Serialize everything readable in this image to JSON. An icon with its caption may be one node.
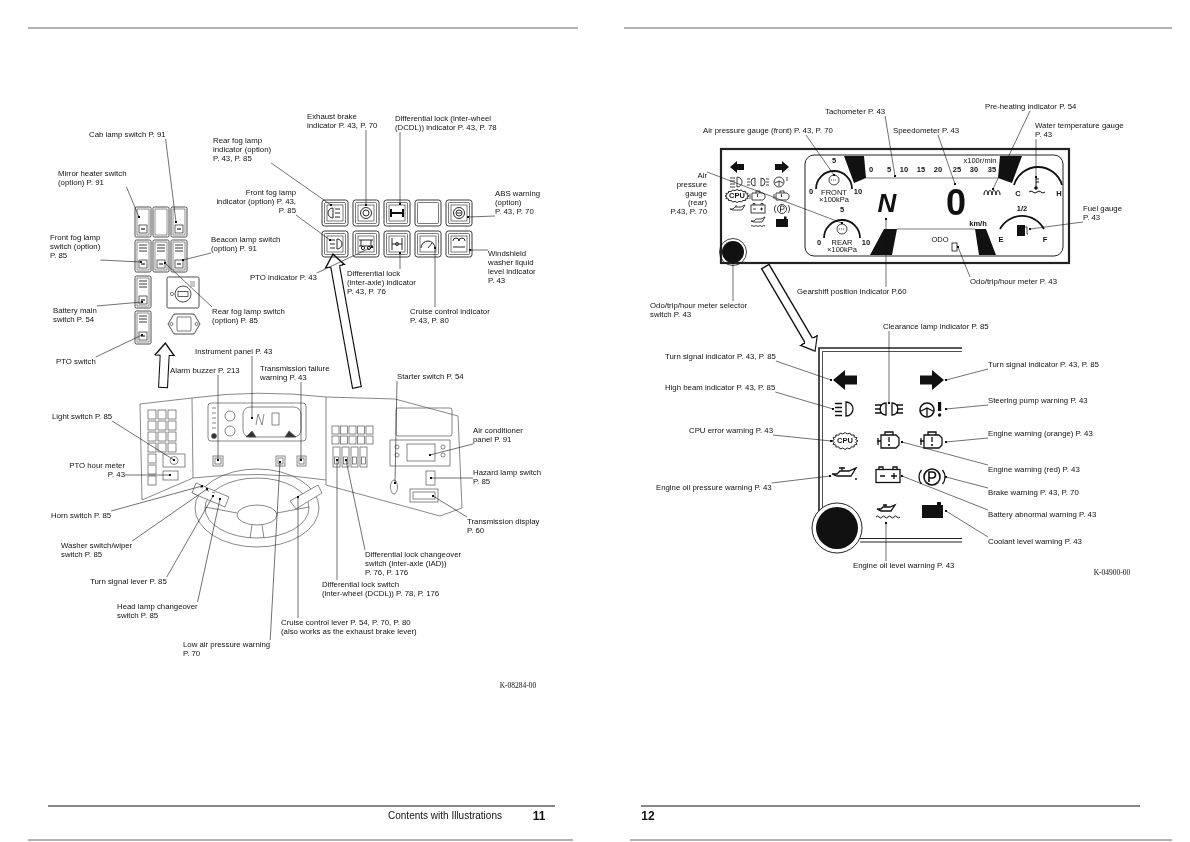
{
  "diagram": {
    "nodes": [
      {
        "text": [
          "Exhaust brake indicator P. 43, P. 70"
        ]
      },
      {
        "text": [
          "Differential lock (inter-wheel (DCDL)) indicator P. 43, P. 78"
        ]
      },
      {
        "text": [
          "Cab lamp switch P. 91"
        ]
      },
      {
        "text": [
          "Rear fog lamp indicator (option) P. 43, P. 85"
        ]
      },
      {
        "text": [
          "Mirror heater switch (option) P. 91"
        ]
      },
      {
        "text": [
          "Front fog lamp indicator (option) P. 43, P. 85"
        ]
      },
      {
        "text": [
          "ABS warning (option) P. 43, P. 70"
        ]
      },
      {
        "text": [],
        "shape": "picture"
      },
      {
        "text": [],
        "shape": "picture"
      },
      {
        "text": [
          "Front fog lamp switch (option) P. 85"
        ]
      },
      {
        "text": [
          "Beacon lamp switch (option) P. 91"
        ]
      },
      {
        "text": [
          "Windshield washer liquid level indicator P. 43"
        ]
      },
      {
        "text": [
          "Differential lock (inter-axle) indicator P. 43, P. 76"
        ]
      },
      {
        "text": [
          "PTO indicator P. 43"
        ]
      },
      {
        "text": [
          "Battery main switch P. 54"
        ]
      },
      {
        "text": [
          "Rear fog lamp switch (option) P. 85"
        ]
      },
      {
        "text": [
          "Cruise control indicator P. 43, P. 80"
        ]
      },
      {
        "text": [
          "Instrument panel P. 43"
        ]
      },
      {
        "text": [
          "PTO switch"
        ]
      },
      {
        "text": [
          "Alarm buzzer P. 213"
        ]
      },
      {
        "text": [
          "Transmission failure warning P. 43"
        ]
      },
      {
        "text": [
          "Starter switch P. 54"
        ]
      },
      {
        "text": [],
        "shape": "picture"
      },
      {
        "text": [
          "Light switch P. 85"
        ]
      },
      {
        "text": [
          "Air conditioner panel P. 91"
        ]
      },
      {
        "text": [
          "PTO hour meter P. 43"
        ]
      },
      {
        "text": [
          "Hazard lamp switch P. 85"
        ]
      },
      {
        "text": [
          "Horn switch P. 85"
        ]
      },
      {
        "text": [
          "Transmission display P. 60"
        ]
      },
      {
        "text": [
          "Differential lock changeover switch (inter-axle (IAD)) P. 76, P. 176"
        ]
      },
      {
        "text": [
          "Washer switch/wiper switch P. 85"
        ]
      },
      {
        "text": [
          "Turn signal lever P. 85"
        ]
      },
      {
        "text": [
          "Differential lock switch (inter-wheel (DCDL)) P. 78, P. 176"
        ]
      },
      {
        "text": [
          "Head lamp changeover switch P. 85"
        ]
      },
      {
        "text": [
          "Cruise control lever P. 54, P. 70, P. 80",
          "(also works as the exhaust brake lever)"
        ]
      },
      {
        "text": [
          "Low air pressure warning P. 70"
        ]
      },
      {
        "text": [
          "Pre-heating indicator P. 54"
        ]
      },
      {
        "text": [
          "Tachometer P. 43"
        ]
      },
      {
        "text": [
          "Air pressure gauge (front) P. 43, P. 70"
        ]
      },
      {
        "text": [
          "Speedometer P. 43"
        ]
      },
      {
        "text": [
          "Water temperature gauge P. 43"
        ]
      },
      {
        "text": [
          "Air pressure gauge (rear) P.43, P. 70"
        ]
      },
      {
        "text": [],
        "shape": "picture"
      },
      {
        "text": [
          "Fuel gauge P. 43"
        ]
      },
      {
        "text": [
          "Odo/trip/hour meter P. 43"
        ]
      },
      {
        "text": [
          "Gearshift position indicator P.60"
        ]
      },
      {
        "text": [
          "Odo/trip/hour meter selector switch P. 43"
        ]
      },
      {
        "text": [
          "Clearance lamp indicator P. 85"
        ]
      },
      {
        "text": [],
        "shape": "picture"
      },
      {
        "text": [
          "Turn signal indicator P. 43, P. 85"
        ]
      },
      {
        "text": [
          "Turn signal indicator P. 43, P. 85"
        ]
      },
      {
        "text": [
          "High beam indicator P. 43, P. 85"
        ]
      },
      {
        "text": [
          "Steering pump warning P. 43"
        ]
      },
      {
        "text": [
          "CPU error warning P. 43"
        ]
      },
      {
        "text": [
          "Engine warning (orange) P. 43"
        ]
      },
      {
        "text": [
          "Engine warning (red) P. 43"
        ]
      },
      {
        "text": [
          "Engine oil pressure warning P. 43"
        ]
      },
      {
        "text": [
          "Brake warning P. 43, P. 70"
        ]
      },
      {
        "text": [
          "Battery abnormal warning P. 43"
        ]
      },
      {
        "text": [
          "Coolant level warning P. 43"
        ]
      },
      {
        "text": [
          "Engine oil level warning P. 43"
        ]
      }
    ],
    "edges": [
      {
        "from": 0,
        "to": 8,
        "arrow": "other"
      },
      {
        "from": 1,
        "to": 8,
        "arrow": "other"
      },
      {
        "from": 2,
        "to": 7,
        "arrow": "other"
      },
      {
        "from": 3,
        "to": 8,
        "arrow": "other"
      },
      {
        "from": 4,
        "to": 7,
        "arrow": "other"
      },
      {
        "from": 5,
        "to": 8,
        "arrow": "other"
      },
      {
        "from": 6,
        "to": 8,
        "arrow": "other"
      },
      {
        "from": 9,
        "to": 7,
        "arrow": "other"
      },
      {
        "from": 10,
        "to": 7,
        "arrow": "other"
      },
      {
        "from": 11,
        "to": 8,
        "arrow": "other"
      },
      {
        "from": 12,
        "to": 8,
        "arrow": "other"
      },
      {
        "from": 13,
        "to": 8,
        "arrow": "other"
      },
      {
        "from": 14,
        "to": 7,
        "arrow": "other"
      },
      {
        "from": 15,
        "to": 7,
        "arrow": "other"
      },
      {
        "from": 16,
        "to": 8,
        "arrow": "other"
      },
      {
        "from": 17,
        "to": 22,
        "arrow": "other"
      },
      {
        "from": 18,
        "to": 7,
        "arrow": "other"
      },
      {
        "from": 19,
        "to": 22,
        "arrow": "other"
      },
      {
        "from": 20,
        "to": 22,
        "arrow": "other"
      },
      {
        "from": 21,
        "to": 22,
        "arrow": "other"
      },
      {
        "from": 22,
        "to": 7,
        "arrow": "to",
        "style": "thick"
      },
      {
        "from": 22,
        "to": 8,
        "arrow": "to",
        "style": "thick"
      },
      {
        "from": 23,
        "to": 22,
        "arrow": "other"
      },
      {
        "from": 24,
        "to": 22,
        "arrow": "other"
      },
      {
        "from": 25,
        "to": 22,
        "arrow": "other"
      },
      {
        "from": 26,
        "to": 22,
        "arrow": "other"
      },
      {
        "from": 27,
        "to": 22,
        "arrow": "other"
      },
      {
        "from": 28,
        "to": 22,
        "arrow": "other"
      },
      {
        "from": 29,
        "to": 22,
        "arrow": "other"
      },
      {
        "from": 30,
        "to": 22,
        "arrow": "other"
      },
      {
        "from": 31,
        "to": 22,
        "arrow": "other"
      },
      {
        "from": 32,
        "to": 22,
        "arrow": "other"
      },
      {
        "from": 33,
        "to": 22,
        "arrow": "other"
      },
      {
        "from": 34,
        "to": 22,
        "arrow": "other"
      },
      {
        "from": 35,
        "to": 22,
        "arrow": "other"
      },
      {
        "from": 36,
        "to": 42,
        "arrow": "other"
      },
      {
        "from": 37,
        "to": 42,
        "arrow": "other"
      },
      {
        "from": 38,
        "to": 42,
        "arrow": "other"
      },
      {
        "from": 39,
        "to": 42,
        "arrow": "other"
      },
      {
        "from": 40,
        "to": 42,
        "arrow": "other"
      },
      {
        "from": 41,
        "to": 42,
        "arrow": "other"
      },
      {
        "from": 43,
        "to": 42,
        "arrow": "other"
      },
      {
        "from": 44,
        "to": 42,
        "arrow": "other"
      },
      {
        "from": 45,
        "to": 42,
        "arrow": "other"
      },
      {
        "from": 46,
        "to": 42,
        "arrow": "other"
      },
      {
        "from": 42,
        "to": 48,
        "arrow": "to",
        "style": "thick"
      },
      {
        "from": 47,
        "to": 48,
        "arrow": "other"
      },
      {
        "from": 49,
        "to": 48,
        "arrow": "other"
      },
      {
        "from": 50,
        "to": 48,
        "arrow": "other"
      },
      {
        "from": 51,
        "to": 48,
        "arrow": "other"
      },
      {
        "from": 52,
        "to": 48,
        "arrow": "other"
      },
      {
        "from": 53,
        "to": 48,
        "arrow": "other"
      },
      {
        "from": 54,
        "to": 48,
        "arrow": "other"
      },
      {
        "from": 55,
        "to": 48,
        "arrow": "other"
      },
      {
        "from": 56,
        "to": 48,
        "arrow": "other"
      },
      {
        "from": 57,
        "to": 48,
        "arrow": "other"
      },
      {
        "from": 58,
        "to": 48,
        "arrow": "other"
      },
      {
        "from": 59,
        "to": 48,
        "arrow": "other"
      },
      {
        "from": 60,
        "to": 48,
        "arrow": "other"
      }
    ],
    "labels": [
      "K-08284-00",
      "Contents with Illustrations",
      "11",
      "5",
      "x100r/min",
      "0",
      "5",
      "10",
      "15",
      "20",
      "25",
      "30",
      "35",
      "CPU",
      "0",
      "FRONT ×100kPa",
      "10",
      "N",
      "0",
      "C",
      "H",
      "5",
      "1/2",
      "km/h",
      "0",
      "REAR ×100kPa",
      "10",
      "ODO",
      "E",
      "F",
      "CPU",
      "K-04900-00",
      "12"
    ]
  }
}
